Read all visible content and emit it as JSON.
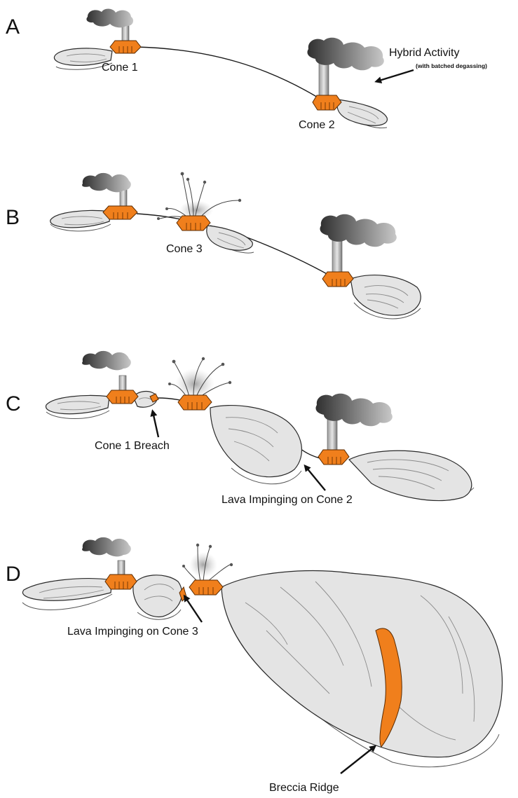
{
  "panels": [
    {
      "letter": "A",
      "labels": {
        "cone1": "Cone 1",
        "cone2": "Cone 2",
        "hybrid": "Hybrid Activity",
        "hybrid_sub": "(with batched degassing)"
      }
    },
    {
      "letter": "B",
      "labels": {
        "cone3": "Cone 3"
      }
    },
    {
      "letter": "C",
      "labels": {
        "breach": "Cone 1 Breach",
        "impinge2": "Lava Impinging on Cone 2"
      }
    },
    {
      "letter": "D",
      "labels": {
        "impinge3": "Lava Impinging on Cone 3",
        "breccia": "Breccia Ridge"
      }
    }
  ],
  "colors": {
    "cone": "#f07f1c",
    "lava_flow": "#e4e4e4",
    "plume_dark": "#3a3a3a",
    "plume_light": "#bdbdbd"
  }
}
